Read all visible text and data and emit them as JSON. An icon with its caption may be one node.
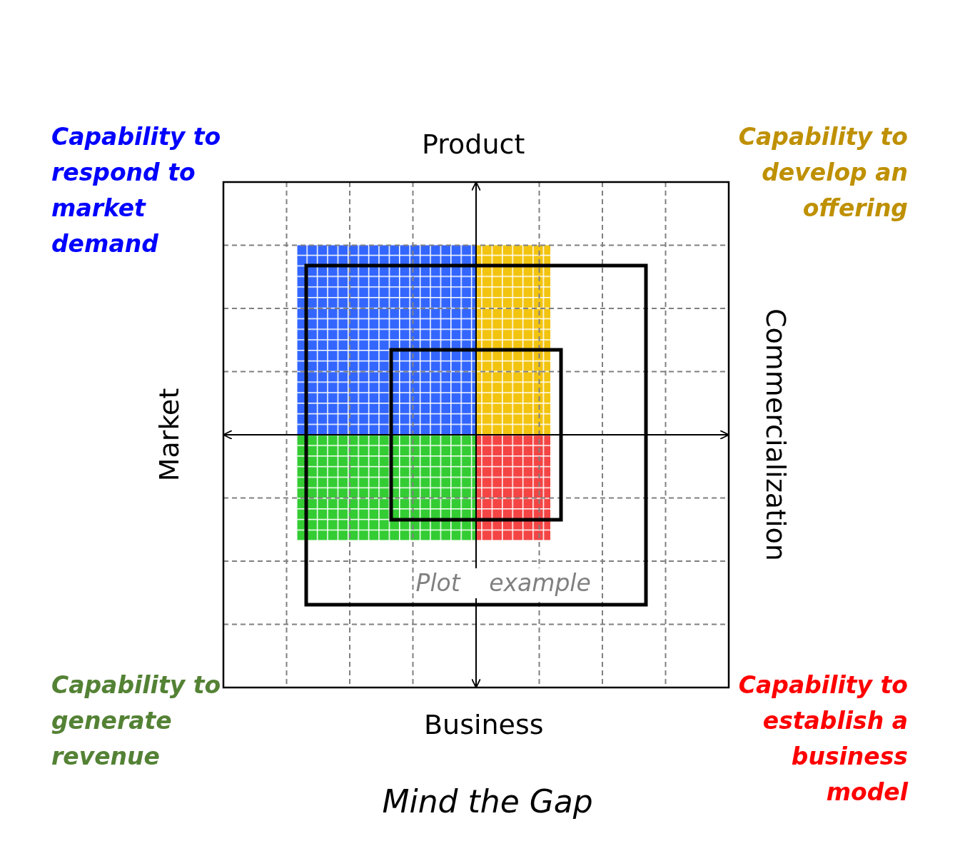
{
  "diagram": {
    "caption": "Mind the Gap",
    "labels": [
      "Capability to respond to market demand",
      "Product",
      "Capability to develop an offering",
      "Market",
      "Commercialization",
      "Plot example",
      "Capability to generate revenue",
      "Business",
      "Capability to establish a business model"
    ]
  }
}
